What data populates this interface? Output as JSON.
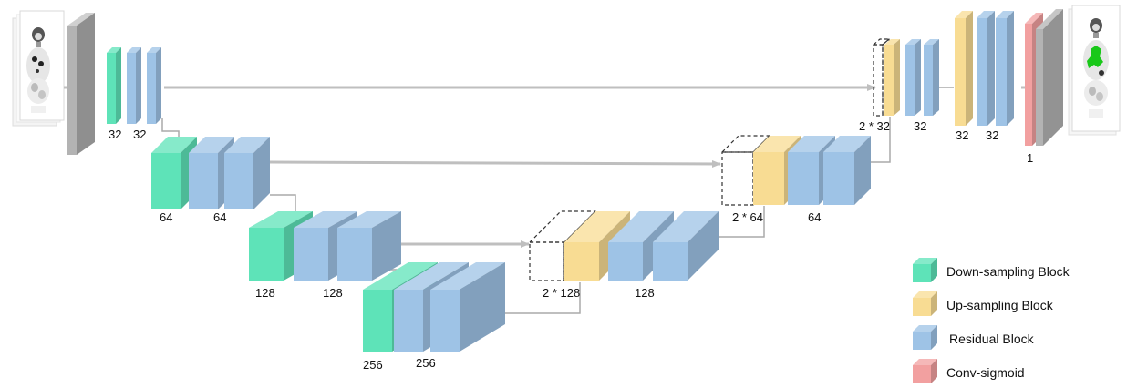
{
  "colors": {
    "down": "#5ee3b8",
    "up": "#f8dc93",
    "res": "#9ec3e6",
    "sig": "#f2a0a0",
    "gray": "#b3b3b3",
    "arrow": "#bfbfbf"
  },
  "labels": {
    "l0_down": "32",
    "l0_res": "32",
    "l1_down": "64",
    "l1_res": "64",
    "l2_down": "128",
    "l2_res": "128",
    "l3_down": "256",
    "l3_res": "256",
    "u2_up": "2 * 128",
    "u2_res": "128",
    "u1_up": "2 * 64",
    "u1_res": "64",
    "u0_up": "2 * 32",
    "u0_res": "32",
    "out_up": "32",
    "out_res": "32",
    "sig": "1"
  },
  "legend": [
    {
      "key": "down",
      "label": "Down-sampling Block"
    },
    {
      "key": "up",
      "label": "Up-sampling Block"
    },
    {
      "key": "res",
      "label": "Residual Block"
    },
    {
      "key": "sig",
      "label": "Conv-sigmoid"
    }
  ],
  "images": {
    "input": "input-pet-scan",
    "output": "output-segmentation-scan"
  }
}
